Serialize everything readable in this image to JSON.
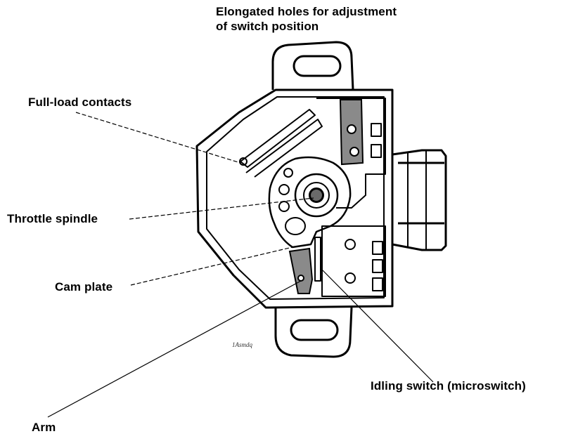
{
  "labels": {
    "elongated_holes_line1": "Elongated holes for adjustment",
    "elongated_holes_line2": "of switch position",
    "full_load_contacts": "Full-load contacts",
    "throttle_spindle": "Throttle spindle",
    "cam_plate": "Cam plate",
    "arm": "Arm",
    "idling_switch": "Idling switch (microswitch)"
  },
  "figure_ref": "1Asmdq"
}
